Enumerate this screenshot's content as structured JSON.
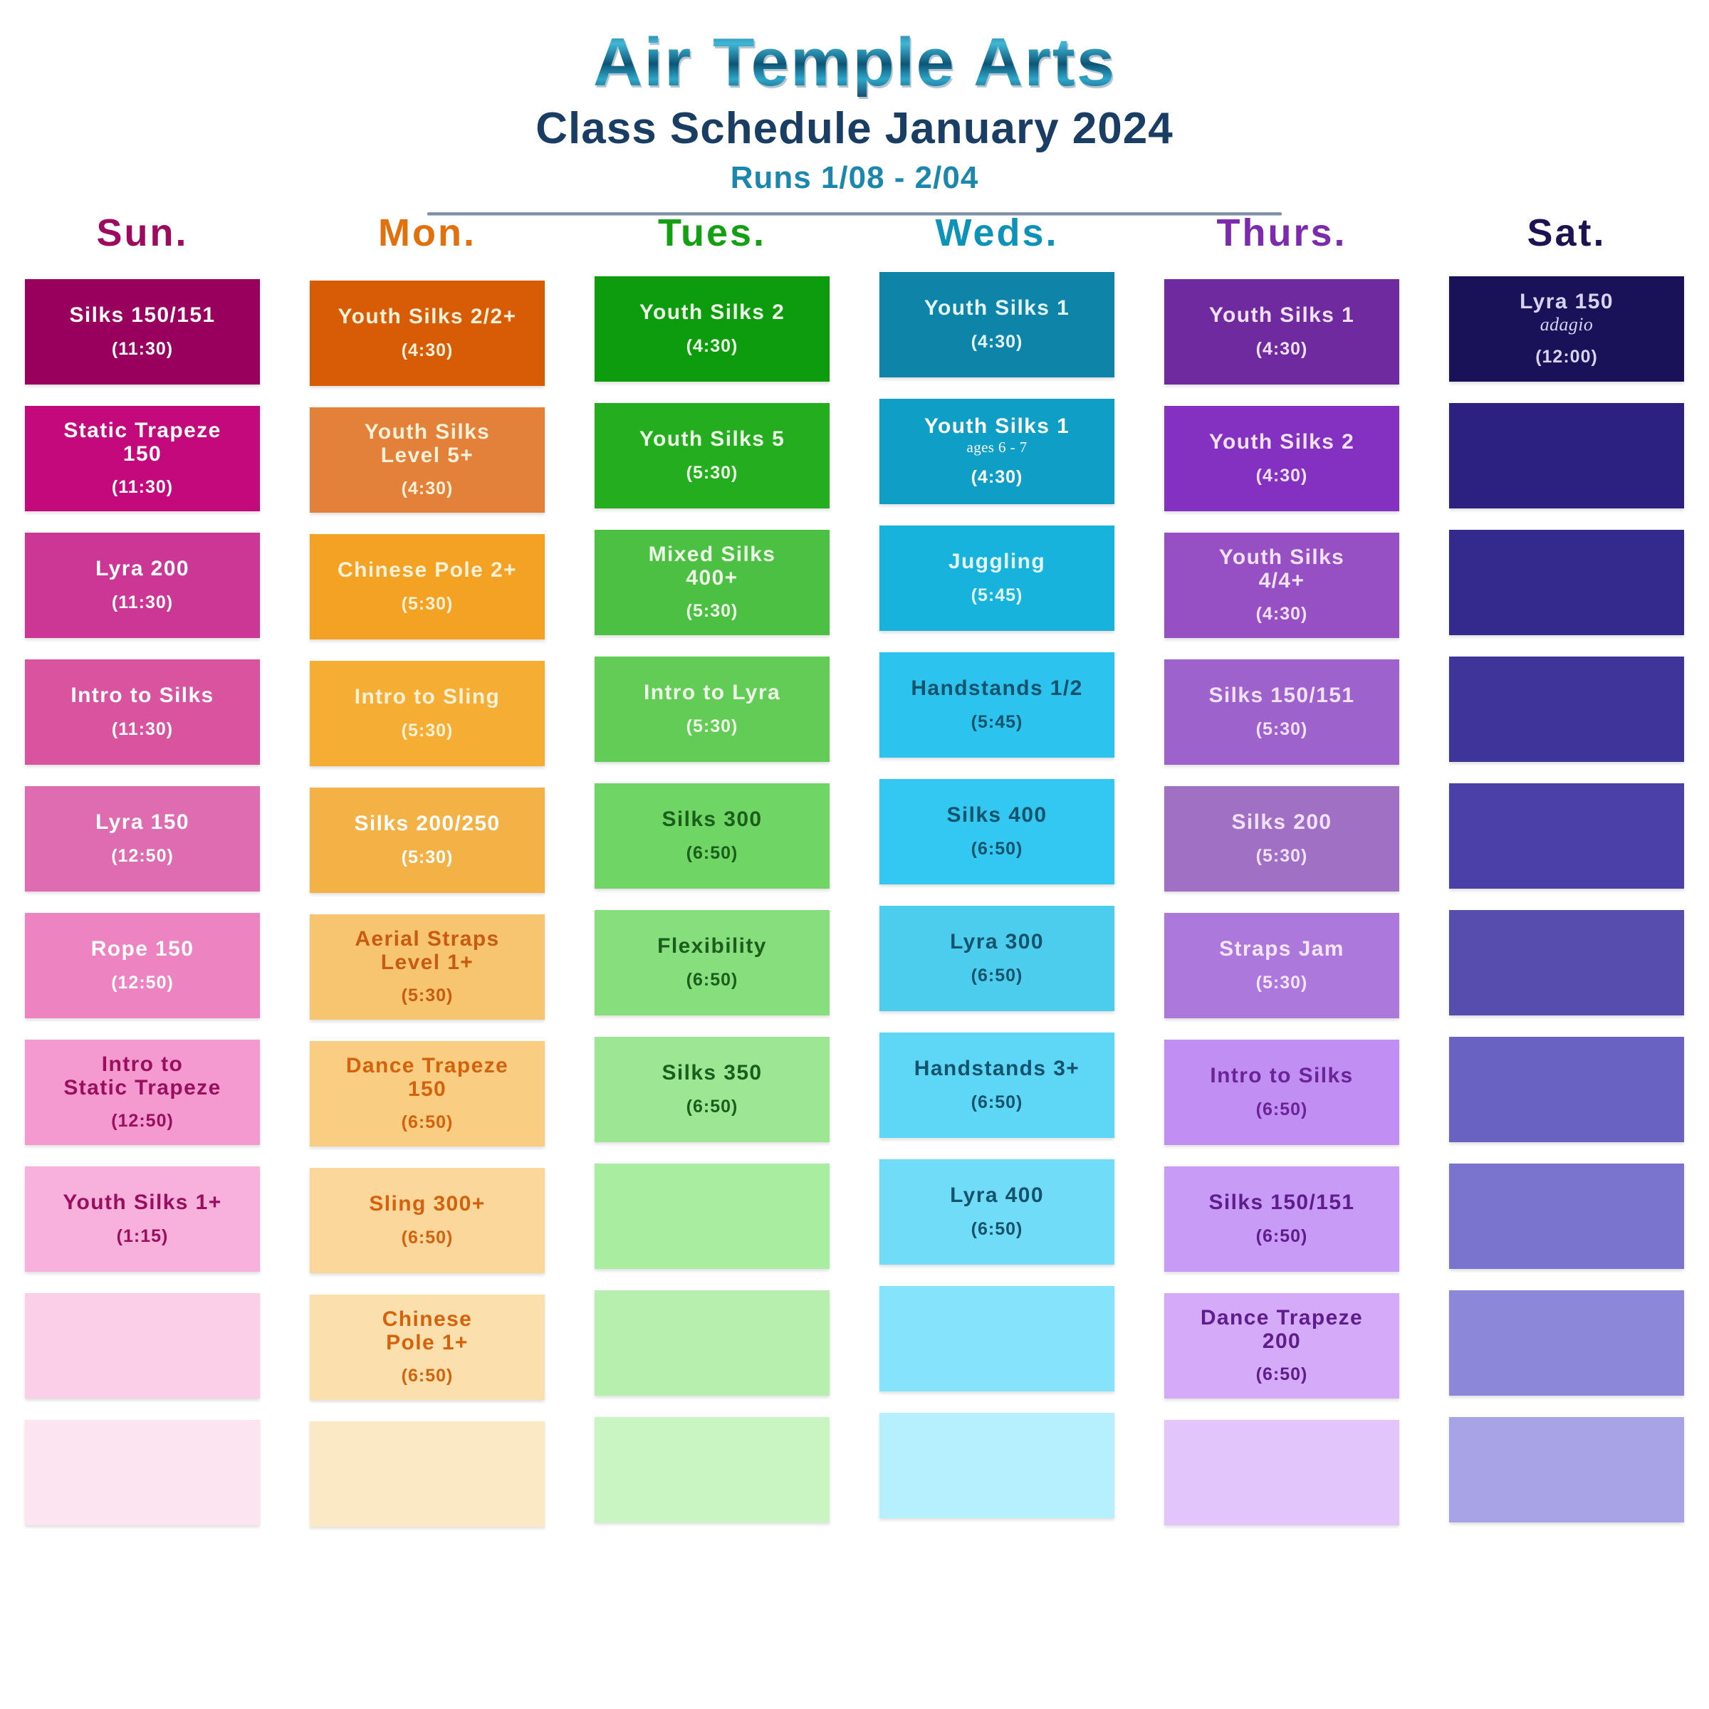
{
  "header": {
    "brand_title": "Air Temple Arts",
    "schedule_subtitle": "Class Schedule January 2024",
    "runs_dates": "Runs 1/08 - 2/04"
  },
  "columns": [
    {
      "key": "sun",
      "day_label": "Sun.",
      "header_color": "#9c0b5e",
      "accent_color": "#9c0b5e",
      "cells": [
        {
          "title": "Silks 150/151",
          "sub": "",
          "time": "(11:30)",
          "bg": "#99005e",
          "fg": "#ffffff"
        },
        {
          "title": "Static Trapeze\n150",
          "sub": "",
          "time": "(11:30)",
          "bg": "#c4097d",
          "fg": "#ffffff"
        },
        {
          "title": "Lyra 200",
          "sub": "",
          "time": "(11:30)",
          "bg": "#cc3694",
          "fg": "#ffffff"
        },
        {
          "title": "Intro to Silks",
          "sub": "",
          "time": "(11:30)",
          "bg": "#d9539f",
          "fg": "#ffffff"
        },
        {
          "title": "Lyra 150",
          "sub": "",
          "time": "(12:50)",
          "bg": "#df6bb0",
          "fg": "#ffffff"
        },
        {
          "title": "Rope 150",
          "sub": "",
          "time": "(12:50)",
          "bg": "#ed83c0",
          "fg": "#ffffff"
        },
        {
          "title": "Intro to\nStatic Trapeze",
          "sub": "",
          "time": "(12:50)",
          "bg": "#f49ad0",
          "fg": "#990f5e"
        },
        {
          "title": "Youth Silks 1+",
          "sub": "",
          "time": "(1:15)",
          "bg": "#f8b0dc",
          "fg": "#990f5e"
        },
        {
          "title": "",
          "sub": "",
          "time": "",
          "bg": "#fbcfe8",
          "fg": "#990f5e"
        },
        {
          "title": "",
          "sub": "",
          "time": "",
          "bg": "#fce4f1",
          "fg": "#990f5e"
        }
      ]
    },
    {
      "key": "mon",
      "day_label": "Mon.",
      "header_color": "#e2700d",
      "accent_color": "#e2700d",
      "cells": [
        {
          "title": "Youth Silks 2/2+",
          "sub": "",
          "time": "(4:30)",
          "bg": "#d85c06",
          "fg": "#fdf1d8"
        },
        {
          "title": "Youth Silks\nLevel 5+",
          "sub": "",
          "time": "(4:30)",
          "bg": "#e3803a",
          "fg": "#fdf1d8"
        },
        {
          "title": "Chinese Pole 2+",
          "sub": "",
          "time": "(5:30)",
          "bg": "#f4a223",
          "fg": "#fdf1d8"
        },
        {
          "title": "Intro to Sling",
          "sub": "",
          "time": "(5:30)",
          "bg": "#f6ad33",
          "fg": "#fdf1d8"
        },
        {
          "title": "Silks 200/250",
          "sub": "",
          "time": "(5:30)",
          "bg": "#f4b246",
          "fg": "#ffffff"
        },
        {
          "title": "Aerial Straps\nLevel 1+",
          "sub": "",
          "time": "(5:30)",
          "bg": "#f7c56f",
          "fg": "#c85a12"
        },
        {
          "title": "Dance Trapeze\n150",
          "sub": "",
          "time": "(6:50)",
          "bg": "#f9cd82",
          "fg": "#d4620d"
        },
        {
          "title": "Sling 300+",
          "sub": "",
          "time": "(6:50)",
          "bg": "#fbd79b",
          "fg": "#d4620d"
        },
        {
          "title": "Chinese\nPole 1+",
          "sub": "",
          "time": "(6:50)",
          "bg": "#fbe0ad",
          "fg": "#d4620d"
        },
        {
          "title": "",
          "sub": "",
          "time": "",
          "bg": "#fbe8c4",
          "fg": "#d4620d"
        }
      ]
    },
    {
      "key": "tue",
      "day_label": "Tues.",
      "header_color": "#14a012",
      "accent_color": "#14a012",
      "cells": [
        {
          "title": "Youth Silks 2",
          "sub": "",
          "time": "(4:30)",
          "bg": "#0d9c0d",
          "fg": "#eefae8"
        },
        {
          "title": "Youth Silks 5",
          "sub": "",
          "time": "(5:30)",
          "bg": "#25ad20",
          "fg": "#eefae8"
        },
        {
          "title": "Mixed Silks\n400+",
          "sub": "",
          "time": "(5:30)",
          "bg": "#4bc042",
          "fg": "#eefae8"
        },
        {
          "title": "Intro to Lyra",
          "sub": "",
          "time": "(5:30)",
          "bg": "#63cc57",
          "fg": "#eefae8"
        },
        {
          "title": "Silks 300",
          "sub": "",
          "time": "(6:50)",
          "bg": "#6fd564",
          "fg": "#1b5e1b"
        },
        {
          "title": "Flexibility",
          "sub": "",
          "time": "(6:50)",
          "bg": "#87de7c",
          "fg": "#1b5e1b"
        },
        {
          "title": "Silks 350",
          "sub": "",
          "time": "(6:50)",
          "bg": "#9ce694",
          "fg": "#1b5e1b"
        },
        {
          "title": "",
          "sub": "",
          "time": "",
          "bg": "#a9eda0",
          "fg": "#1b5e1b"
        },
        {
          "title": "",
          "sub": "",
          "time": "",
          "bg": "#b7f0ae",
          "fg": "#1b5e1b"
        },
        {
          "title": "",
          "sub": "",
          "time": "",
          "bg": "#c9f5c2",
          "fg": "#1b5e1b"
        }
      ]
    },
    {
      "key": "wed",
      "day_label": "Weds.",
      "header_color": "#0d93b8",
      "accent_color": "#0d93b8",
      "cells": [
        {
          "title": "Youth Silks 1",
          "sub": "",
          "time": "(4:30)",
          "bg": "#0e85a8",
          "fg": "#e4f7fc"
        },
        {
          "title": "Youth Silks 1",
          "sub": "ages 6 - 7",
          "time": "(4:30)",
          "bg": "#0f9ec6",
          "fg": "#ffffff"
        },
        {
          "title": "Juggling",
          "sub": "",
          "time": "(5:45)",
          "bg": "#18b3dd",
          "fg": "#e4f7fc"
        },
        {
          "title": "Handstands 1/2",
          "sub": "",
          "time": "(5:45)",
          "bg": "#2cc3ee",
          "fg": "#14536b"
        },
        {
          "title": "Silks 400",
          "sub": "",
          "time": "(6:50)",
          "bg": "#33c8f2",
          "fg": "#14536b"
        },
        {
          "title": "Lyra 300",
          "sub": "",
          "time": "(6:50)",
          "bg": "#4dcdee",
          "fg": "#14536b"
        },
        {
          "title": "Handstands 3+",
          "sub": "",
          "time": "(6:50)",
          "bg": "#5ed6f6",
          "fg": "#14536b"
        },
        {
          "title": "Lyra 400",
          "sub": "",
          "time": "(6:50)",
          "bg": "#71dcf8",
          "fg": "#14536b"
        },
        {
          "title": "",
          "sub": "",
          "time": "",
          "bg": "#85e4fb",
          "fg": "#14536b"
        },
        {
          "title": "",
          "sub": "",
          "time": "",
          "bg": "#b6effd",
          "fg": "#14536b"
        }
      ]
    },
    {
      "key": "thu",
      "day_label": "Thurs.",
      "header_color": "#7b2bab",
      "accent_color": "#7b2bab",
      "cells": [
        {
          "title": "Youth Silks 1",
          "sub": "",
          "time": "(4:30)",
          "bg": "#6e2a9e",
          "fg": "#f1e2fb"
        },
        {
          "title": "Youth Silks 2",
          "sub": "",
          "time": "(4:30)",
          "bg": "#8430c0",
          "fg": "#f1e2fb"
        },
        {
          "title": "Youth Silks\n4/4+",
          "sub": "",
          "time": "(4:30)",
          "bg": "#9650c4",
          "fg": "#f1e2fb"
        },
        {
          "title": "Silks 150/151",
          "sub": "",
          "time": "(5:30)",
          "bg": "#9e62cc",
          "fg": "#f1e2fb"
        },
        {
          "title": "Silks 200",
          "sub": "",
          "time": "(5:30)",
          "bg": "#a070c4",
          "fg": "#f1e2fb"
        },
        {
          "title": "Straps Jam",
          "sub": "",
          "time": "(5:30)",
          "bg": "#ac78dc",
          "fg": "#f3e6fc"
        },
        {
          "title": "Intro to Silks",
          "sub": "",
          "time": "(6:50)",
          "bg": "#c18ef4",
          "fg": "#6a2496"
        },
        {
          "title": "Silks 150/151",
          "sub": "",
          "time": "(6:50)",
          "bg": "#c89bf7",
          "fg": "#5f1d8c"
        },
        {
          "title": "Dance Trapeze\n200",
          "sub": "",
          "time": "(6:50)",
          "bg": "#d4aaf9",
          "fg": "#5f1d8c"
        },
        {
          "title": "",
          "sub": "",
          "time": "",
          "bg": "#e2c6fb",
          "fg": "#5f1d8c"
        }
      ]
    },
    {
      "key": "sat",
      "day_label": "Sat.",
      "header_color": "#1d1352",
      "accent_color": "#1d1352",
      "cells": [
        {
          "title": "Lyra 150",
          "sub": "adagio",
          "time": "(12:00)",
          "bg": "#1a1259",
          "fg": "#d6d4ef"
        },
        {
          "title": "",
          "sub": "",
          "time": "",
          "bg": "#2c2180",
          "fg": "#d6d4ef"
        },
        {
          "title": "",
          "sub": "",
          "time": "",
          "bg": "#342a8e",
          "fg": "#d6d4ef"
        },
        {
          "title": "",
          "sub": "",
          "time": "",
          "bg": "#3e3499",
          "fg": "#d6d4ef"
        },
        {
          "title": "",
          "sub": "",
          "time": "",
          "bg": "#4a40a8",
          "fg": "#d6d4ef"
        },
        {
          "title": "",
          "sub": "",
          "time": "",
          "bg": "#564dae",
          "fg": "#d6d4ef"
        },
        {
          "title": "",
          "sub": "",
          "time": "",
          "bg": "#6a62c2",
          "fg": "#d6d4ef"
        },
        {
          "title": "",
          "sub": "",
          "time": "",
          "bg": "#7b74cf",
          "fg": "#d6d4ef"
        },
        {
          "title": "",
          "sub": "",
          "time": "",
          "bg": "#8d87d9",
          "fg": "#d6d4ef"
        },
        {
          "title": "",
          "sub": "",
          "time": "",
          "bg": "#a8a3e6",
          "fg": "#d6d4ef"
        }
      ]
    }
  ]
}
